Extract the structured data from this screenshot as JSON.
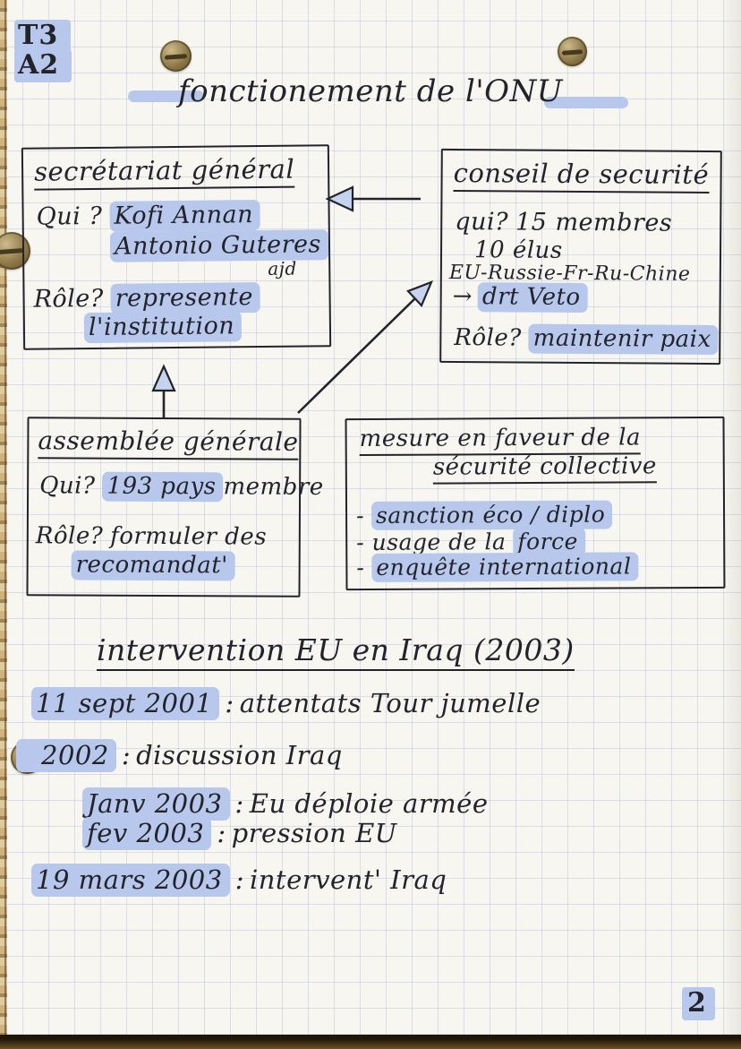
{
  "page": {
    "corner_code_line1": "T3",
    "corner_code_line2": "A2",
    "title": "fonctionement de l'ONU",
    "page_number": "2"
  },
  "boxes": {
    "secretariat": {
      "title": "secrétariat général",
      "qui_label": "Qui ?",
      "qui_line1": "Kofi Annan",
      "qui_line2": "Antonio Guteres",
      "qui_note": "ajd",
      "role_label": "Rôle?",
      "role_line1": "represente",
      "role_line2": "l'institution"
    },
    "conseil": {
      "title": "conseil de securité",
      "qui_label": "qui?",
      "qui_line1": "15 membres",
      "qui_line2": "10 élus",
      "members": "EU-Russie-Fr-Ru-Chine",
      "arrow_glyph": "→",
      "veto": "drt Veto",
      "role_label": "Rôle?",
      "role_text": "maintenir paix"
    },
    "assemblee": {
      "title": "assemblée générale",
      "qui_label": "Qui?",
      "qui_highlight": "193 pays",
      "qui_rest": "membre",
      "role_label": "Rôle?",
      "role_line1": "formuler des",
      "role_line2": "recomandat'"
    },
    "mesures": {
      "title_line1": "mesure en faveur de la",
      "title_line2": "sécurité collective",
      "items": [
        {
          "pre": "-",
          "hl": "sanction éco / diplo",
          "post": ""
        },
        {
          "pre": "- usage de la",
          "hl": "force",
          "post": ""
        },
        {
          "pre": "-",
          "hl": "enquête international",
          "post": ""
        }
      ]
    }
  },
  "section2": {
    "title": "intervention EU en Iraq (2003)",
    "timeline": [
      {
        "date": "11 sept 2001",
        "sep": ":",
        "event": "attentats Tour jumelle"
      },
      {
        "date": "2002",
        "sep": ":",
        "event": "discussion Iraq"
      },
      {
        "date": "Janv 2003",
        "sep": ":",
        "event": "Eu déploie armée"
      },
      {
        "date": "fev 2003",
        "sep": ":",
        "event": "pression EU"
      },
      {
        "date": "19 mars 2003",
        "sep": ":",
        "event": "intervent' Iraq"
      }
    ]
  },
  "colors": {
    "paper": "#f7f6f1",
    "ink": "#23232b",
    "highlight": "#b7c8ec",
    "grid_line": "rgba(150,168,204,0.30)",
    "brass": "#8d7848",
    "desk": "#6e532f"
  }
}
